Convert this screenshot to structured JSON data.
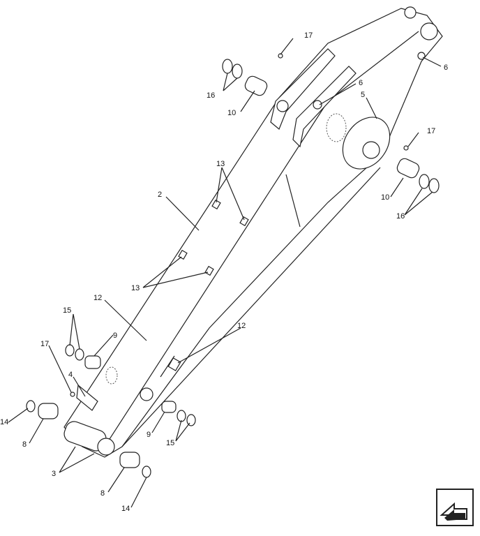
{
  "diagram": {
    "title_visible": false,
    "callouts": [
      "17",
      "16",
      "10",
      "6",
      "6",
      "5",
      "17",
      "10",
      "16",
      "13",
      "2",
      "13",
      "12",
      "15",
      "9",
      "17",
      "4",
      "12",
      "14",
      "8",
      "9",
      "15",
      "3",
      "8",
      "14"
    ]
  },
  "nav_icon": "next-page-arrow-icon"
}
